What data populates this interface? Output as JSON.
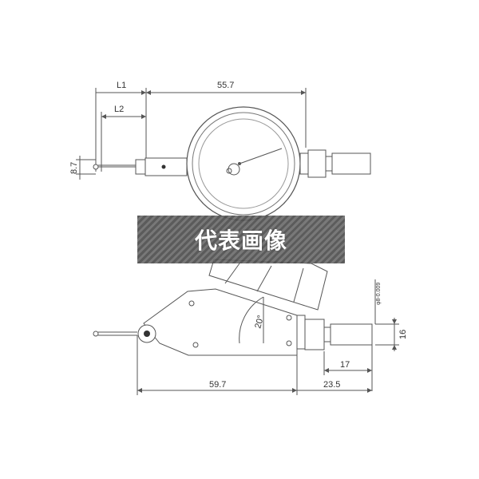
{
  "banner": {
    "text": "代表画像"
  },
  "dimensions": {
    "l1": "L1",
    "l2": "L2",
    "top_length": "55.7",
    "height_8_7": "8.7",
    "angle": "20°",
    "tolerance": "φ8-0.009",
    "stem_dia": "16",
    "stem_len": "17",
    "body_length": "59.7",
    "stem_total": "23.5"
  }
}
